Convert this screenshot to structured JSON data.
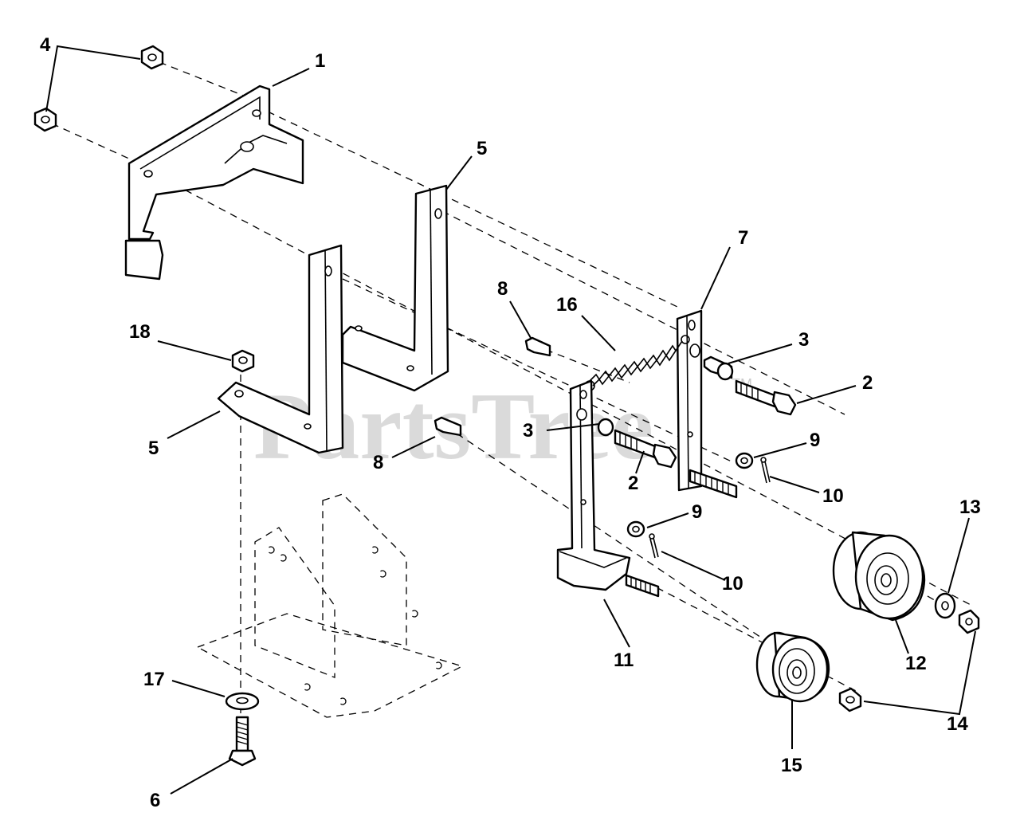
{
  "watermark": {
    "text": "PartsTree",
    "tm": "TM"
  },
  "callouts": [
    {
      "id": "c4",
      "label": "4"
    },
    {
      "id": "c1",
      "label": "1"
    },
    {
      "id": "c5a",
      "label": "5"
    },
    {
      "id": "c7",
      "label": "7"
    },
    {
      "id": "c8a",
      "label": "8"
    },
    {
      "id": "c16",
      "label": "16"
    },
    {
      "id": "c3a",
      "label": "3"
    },
    {
      "id": "c2a",
      "label": "2"
    },
    {
      "id": "c18",
      "label": "18"
    },
    {
      "id": "c3b",
      "label": "3"
    },
    {
      "id": "c9a",
      "label": "9"
    },
    {
      "id": "c5b",
      "label": "5"
    },
    {
      "id": "c8b",
      "label": "8"
    },
    {
      "id": "c2b",
      "label": "2"
    },
    {
      "id": "c10a",
      "label": "10"
    },
    {
      "id": "c9b",
      "label": "9"
    },
    {
      "id": "c13",
      "label": "13"
    },
    {
      "id": "c10b",
      "label": "10"
    },
    {
      "id": "c11",
      "label": "11"
    },
    {
      "id": "c12",
      "label": "12"
    },
    {
      "id": "c17",
      "label": "17"
    },
    {
      "id": "c14",
      "label": "14"
    },
    {
      "id": "c15",
      "label": "15"
    },
    {
      "id": "c6",
      "label": "6"
    }
  ]
}
